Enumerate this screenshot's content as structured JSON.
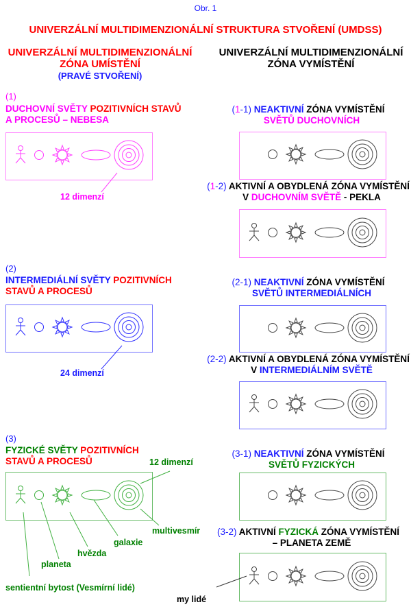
{
  "caption": "Obr. 1",
  "title": "UNIVERZÁLNÍ MULTIDIMENZIONÁLNÍ STRUKTURA STVOŘENÍ (UMDSS)",
  "left_header": {
    "line1": "UNIVERZÁLNÍ MULTIDIMENZIONÁLNÍ",
    "line2": "ZÓNA UMÍSTĚNÍ",
    "line3": "(PRAVÉ STVOŘENÍ)"
  },
  "right_header": {
    "line1": "UNIVERZÁLNÍ MULTIDIMENZIONÁLNÍ",
    "line2": "ZÓNA VYMÍSTĚNÍ"
  },
  "colors": {
    "magenta": "#ff00ff",
    "red": "#ff0000",
    "blue": "#1a1aff",
    "green": "#008000",
    "black": "#000000",
    "box_magenta": "#ff80ff",
    "box_blue": "#7070ff",
    "box_green": "#66bb66",
    "icon_magenta": "#ff40ff",
    "icon_blue": "#3030ff",
    "icon_green": "#40b040",
    "icon_black": "#444444"
  },
  "left_sections": [
    {
      "number": "(1)",
      "line1_a": "DUCHOVNÍ SVĚTY ",
      "line1_b": "POZITIVNÍCH STAVŮ",
      "line2": "A PROCESŮ – NEBESA",
      "dimension_label": "12 dimenzí"
    },
    {
      "number": "(2)",
      "line1_a": "INTERMEDIÁLNÍ SVĚTY ",
      "line1_b": "POZITIVNÍCH",
      "line2": "STAVŮ A PROCESŮ",
      "dimension_label": "24 dimenzí"
    },
    {
      "number": "(3)",
      "line1_a": "FYZICKÉ SVĚTY ",
      "line1_b": "POZITIVNÍCH",
      "line2": "STAVŮ A PROCESŮ",
      "dimension_label": "12 dimenzí",
      "element_labels": {
        "multiverse": "multivesmír",
        "galaxy": "galaxie",
        "star": "hvězda",
        "planet": "planeta",
        "being": "sentientní bytost  (Vesmírní lidé)"
      }
    }
  ],
  "right_sections": [
    {
      "num_open": "(",
      "num_mid": "1",
      "num_dash": "-",
      "num_end": "1",
      "num_close": ")",
      "a": " NEAKTIVNÍ",
      "b": " ZÓNA VYMÍSTĚNÍ",
      "line2_a": "",
      "line2_b": "SVĚTŮ DUCHOVNÍCH",
      "line2_c": ""
    },
    {
      "num_open": "(",
      "num_mid": "1",
      "num_dash": "-",
      "num_end": "2",
      "num_close": ")",
      "a": "",
      "b": " AKTIVNÍ A OBYDLENÁ ZÓNA VYMÍSTĚNÍ",
      "line2_a": "V ",
      "line2_b": "DUCHOVNÍM SVĚTĚ",
      "line2_c": " - PEKLA"
    },
    {
      "num_open": "(",
      "num_mid": "2",
      "num_dash": "-",
      "num_end": "1",
      "num_close": ")",
      "a": " NEAKTIVNÍ",
      "b": " ZÓNA VYMÍSTĚNÍ",
      "line2_a": "",
      "line2_b": "SVĚTŮ INTERMEDIÁLNÍCH",
      "line2_c": ""
    },
    {
      "num_open": "(",
      "num_mid": "2",
      "num_dash": "-",
      "num_end": "2",
      "num_close": ")",
      "a": "",
      "b": " AKTIVNÍ A OBYDLENÁ ZÓNA VYMÍSTĚNÍ",
      "line2_a": "V ",
      "line2_b": "INTERMEDIÁLNÍM SVĚTĚ",
      "line2_c": ""
    },
    {
      "num_open": "(",
      "num_mid": "3",
      "num_dash": "-",
      "num_end": "1",
      "num_close": ")",
      "a": " NEAKTIVNÍ",
      "b": " ZÓNA VYMÍSTĚNÍ",
      "line2_a": "",
      "line2_b": "SVĚTŮ FYZICKÝCH",
      "line2_c": ""
    },
    {
      "num_open": "(",
      "num_mid": "3",
      "num_dash": "-",
      "num_end": "2",
      "num_close": ")",
      "a": "",
      "b": " AKTIVNÍ ",
      "b2": "FYZICKÁ",
      "b3": " ZÓNA VYMÍSTĚNÍ",
      "line2_a": "",
      "line2_b": "– PLANETA ZEMĚ",
      "line2_c": ""
    }
  ],
  "my_people_label": "my lidé"
}
